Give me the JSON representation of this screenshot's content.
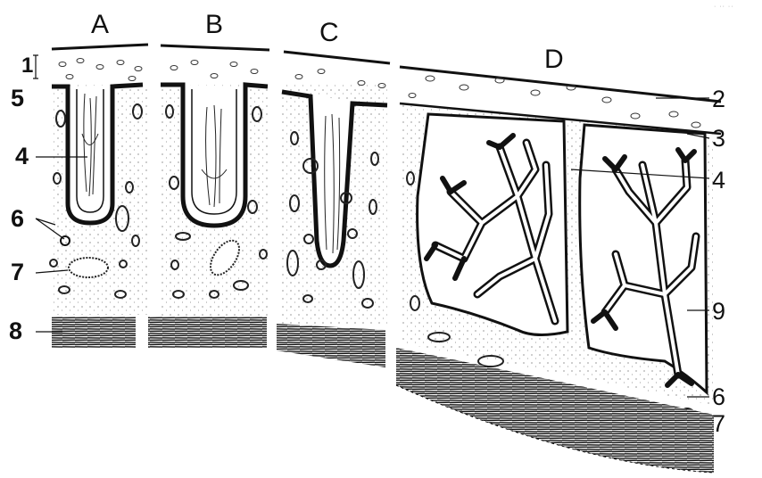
{
  "panels": [
    "A",
    "B",
    "C",
    "D"
  ],
  "left_labels": [
    "1",
    "5",
    "4",
    "6",
    "7",
    "8"
  ],
  "right_labels": [
    "2",
    "3",
    "4",
    "9",
    "6",
    "7"
  ],
  "corner_text": "· ·· ··",
  "colors": {
    "ink": "#111111",
    "paper": "#ffffff",
    "stipple": "#555555"
  }
}
